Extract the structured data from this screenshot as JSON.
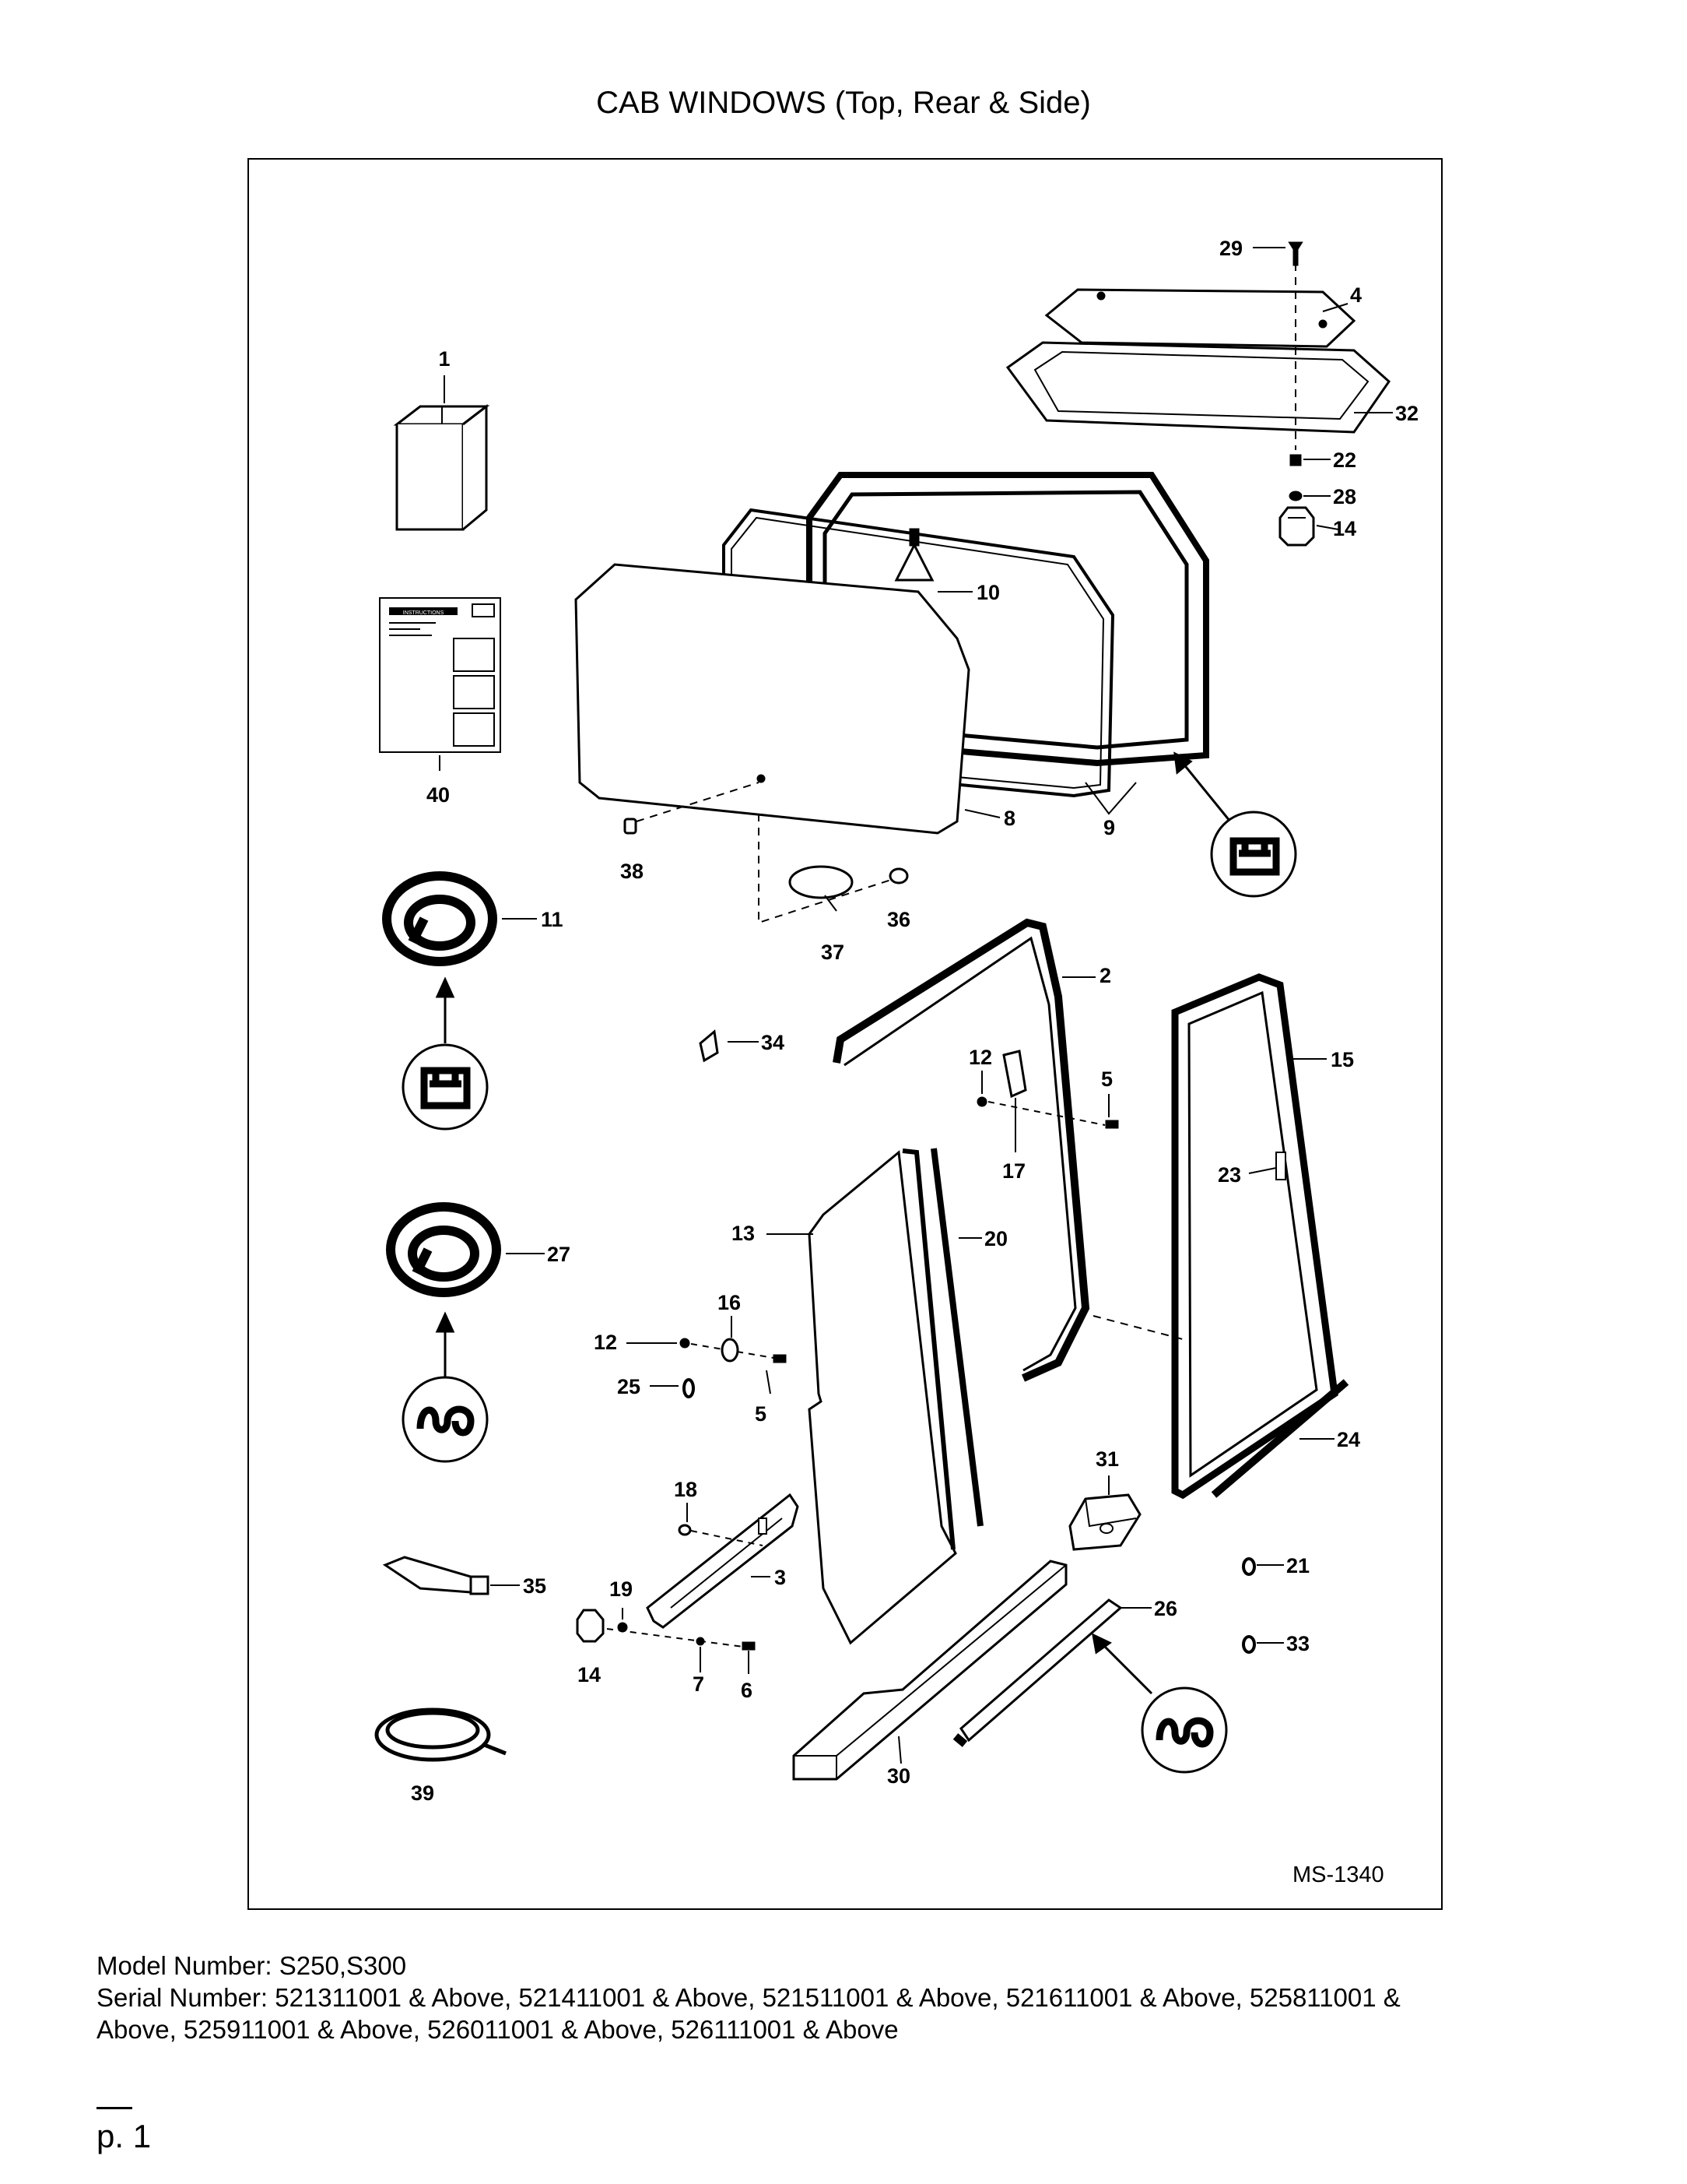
{
  "title": "CAB WINDOWS (Top, Rear & Side)",
  "diagram": {
    "figure_id": "MS-1340",
    "callouts": {
      "c1": "1",
      "c2": "2",
      "c3": "3",
      "c4": "4",
      "c5a": "5",
      "c5b": "5",
      "c6": "6",
      "c7": "7",
      "c8": "8",
      "c9": "9",
      "c10": "10",
      "c11": "11",
      "c12a": "12",
      "c12b": "12",
      "c13": "13",
      "c14a": "14",
      "c14b": "14",
      "c15": "15",
      "c16": "16",
      "c17": "17",
      "c18": "18",
      "c19": "19",
      "c20": "20",
      "c21": "21",
      "c22": "22",
      "c23": "23",
      "c24": "24",
      "c25": "25",
      "c26": "26",
      "c27": "27",
      "c28": "28",
      "c29": "29",
      "c30": "30",
      "c31": "31",
      "c32": "32",
      "c33": "33",
      "c34": "34",
      "c35": "35",
      "c36": "36",
      "c37": "37",
      "c38": "38",
      "c39": "39",
      "c40": "40"
    },
    "instruction_sheet_heading": "INSTRUCTIONS"
  },
  "footer": {
    "model_line": "Model Number: S250,S300",
    "serial_line_1": "Serial Number: 521311001 & Above, 521411001 & Above, 521511001 & Above, 521611001 & Above, 525811001 &",
    "serial_line_2": "Above, 525911001 & Above, 526011001 & Above, 526111001 & Above"
  },
  "page_number": "p. 1"
}
